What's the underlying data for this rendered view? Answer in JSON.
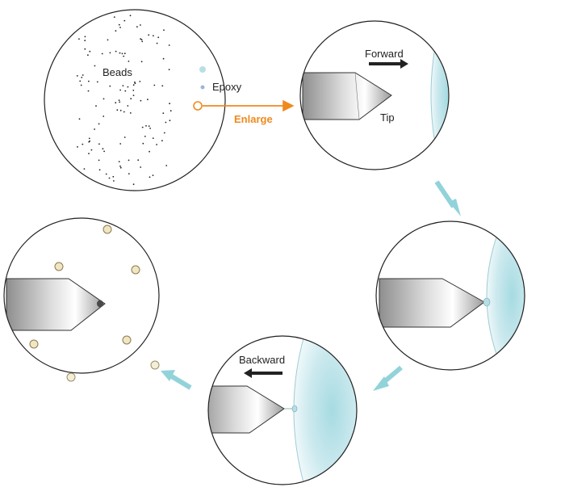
{
  "labels": {
    "beads": "Beads",
    "epoxy": "Epoxy",
    "enlarge": "Enlarge",
    "forward": "Forward",
    "tip": "Tip",
    "backward": "Backward"
  },
  "colors": {
    "outline": "#222222",
    "enlarge": "#ef8a1e",
    "flow_arrow": "#92d3da",
    "direction_arrow": "#222222",
    "epoxy_center": "#a6dbe2",
    "epoxy_edge": "#e7f5f7",
    "bead_fill": "#f1e6c4",
    "bead_stroke": "#8a7a4e"
  },
  "icons": {
    "tip": "metal-tip",
    "epoxy_droplet": "epoxy-droplet",
    "bead": "bead-dot",
    "flow": "thick-arrow"
  }
}
